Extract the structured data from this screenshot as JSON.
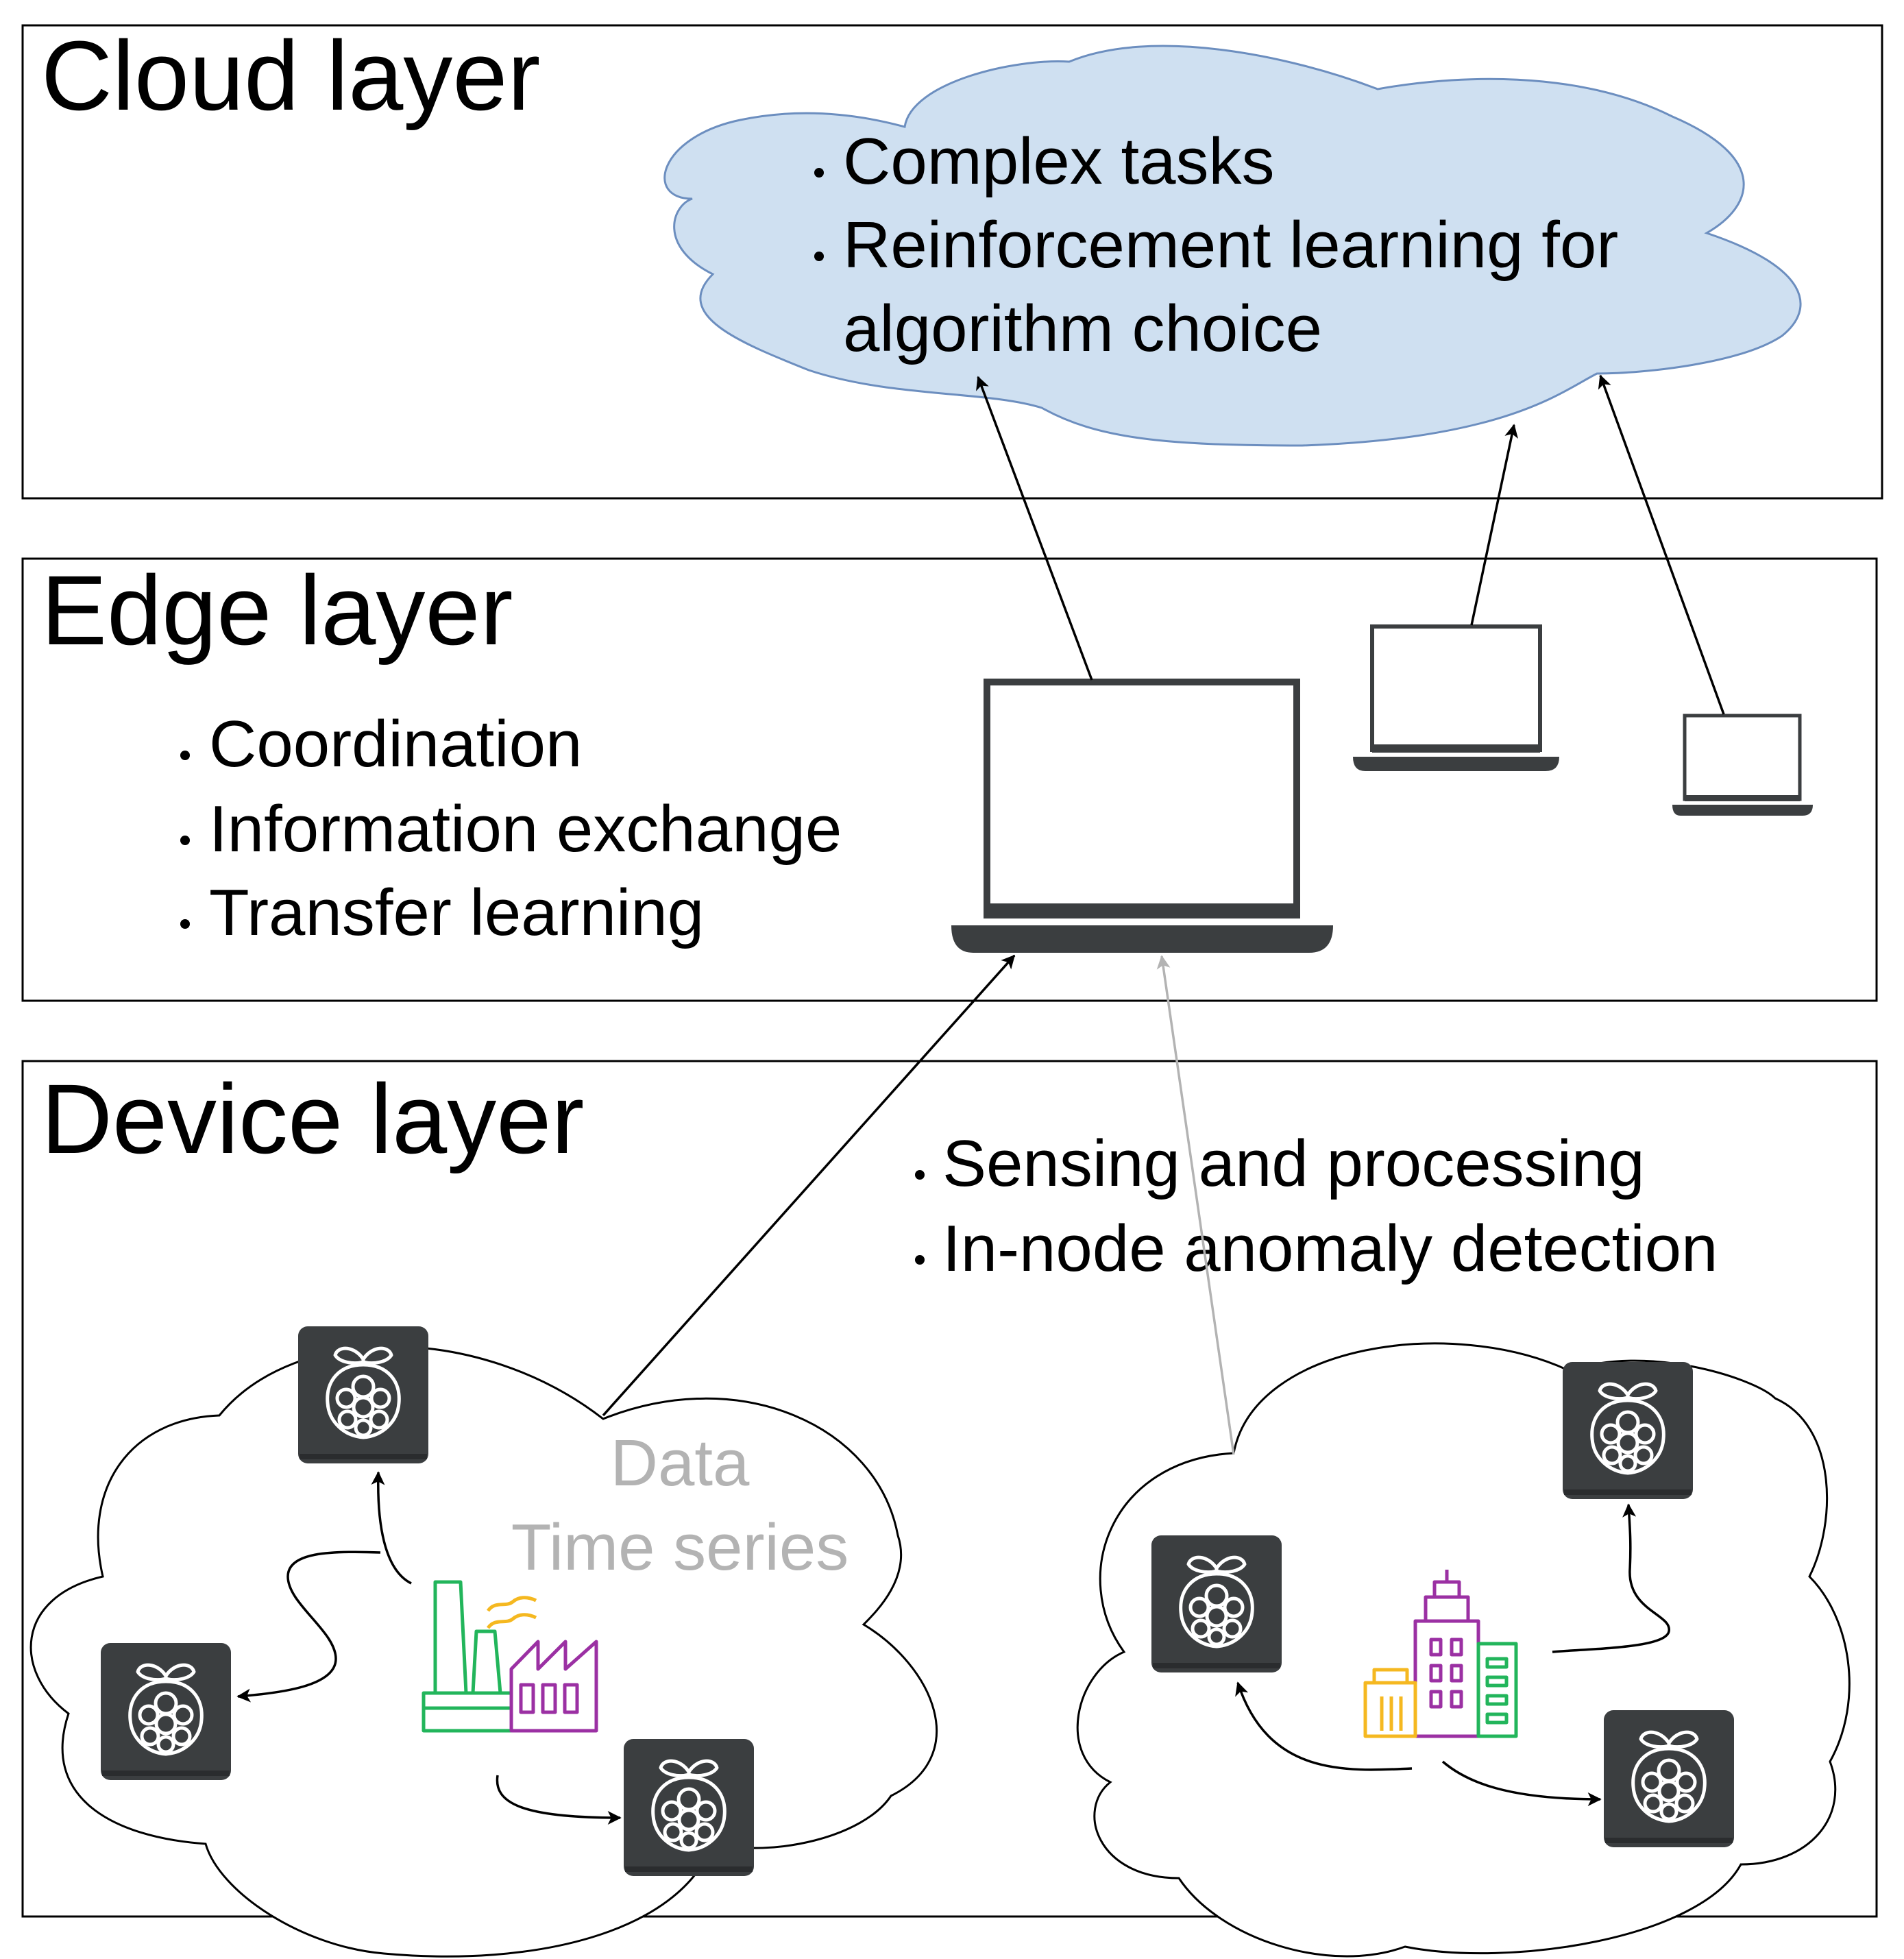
{
  "cloud_layer": {
    "title": "Cloud layer",
    "items": [
      "Complex tasks",
      "Reinforcement learning for",
      "algorithm choice"
    ]
  },
  "edge_layer": {
    "title": "Edge layer",
    "items": [
      "Coordination",
      "Information exchange",
      "Transfer learning"
    ]
  },
  "device_layer": {
    "title": "Device layer",
    "items": [
      "Sensing and processing",
      "In-node anomaly detection"
    ],
    "data_label": "Data",
    "data_sublabel": "Time series"
  },
  "icons": {
    "laptop": "laptop-icon",
    "device": "raspberry-pi-icon",
    "factory": "factory-icon",
    "city": "city-buildings-icon"
  },
  "colors": {
    "cloud_fill": "#cfe0f1",
    "cloud_stroke": "#6c8ebf",
    "device_fill": "#3b3e40",
    "factory_green": "#22b55b",
    "factory_purple": "#9b30a3",
    "factory_yellow": "#f5b820",
    "muted_text": "#b3b3b3",
    "muted_arrow": "#b3b3b3"
  }
}
